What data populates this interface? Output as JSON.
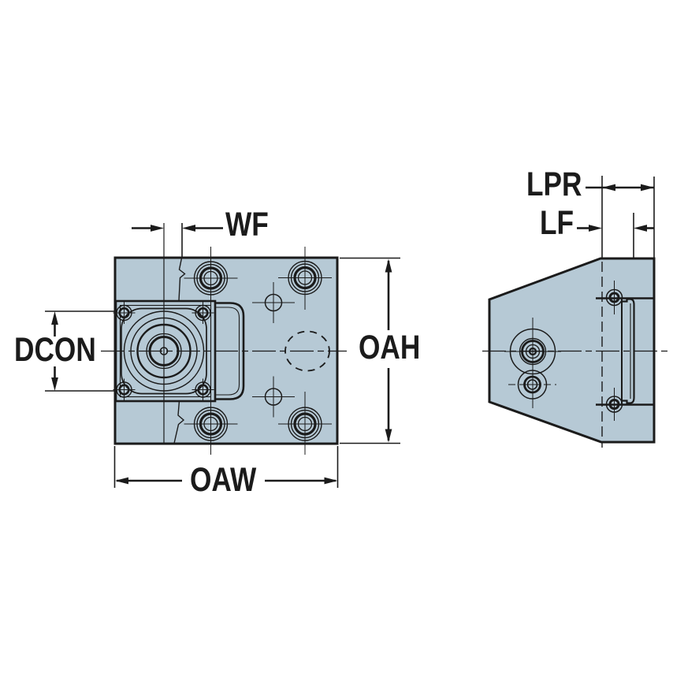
{
  "drawing": {
    "labels": {
      "wf": "WF",
      "dcon": "DCON",
      "oah": "OAH",
      "oaw": "OAW",
      "lpr": "LPR",
      "lf": "LF"
    },
    "colors": {
      "background": "#ffffff",
      "part_fill": "#b6c9d5",
      "line": "#1b1b1b"
    }
  }
}
